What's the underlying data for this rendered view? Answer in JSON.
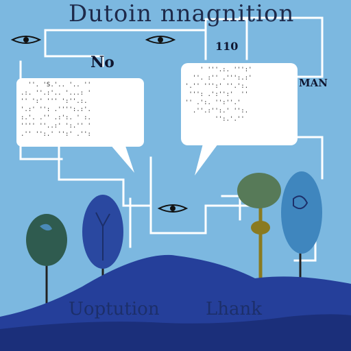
{
  "title": "Dutoin nnagnition",
  "labels": {
    "top_small": "110",
    "left_small": "No",
    "right_small": "MAN"
  },
  "bubbles": {
    "left": {
      "lines": [
        "  ''. 'S.'.. '.. ''",
        ".:. ''.:'.. '...: '",
        "'' ':' ''' ':''.:.",
        "'.:' '': .'''':.:'.",
        ":.'. .'' .:':. ' :.",
        "'''' ''..:' ':.'' '",
        ".'' '':.' '':' .'':"
      ]
    },
    "right": {
      "lines": [
        "    ' '''.:. ''':'",
        "  ''. :'' .''':.:'",
        "'.'' ''':' ''.':.",
        " ''': .':'':'  ''",
        "'' .':. '':''.'",
        "  .''.:'':.' '':.",
        "        '':.'.''"
      ]
    }
  },
  "captions": {
    "left": "Uoptution",
    "right": "Lhank"
  },
  "colors": {
    "sky": "#7cb8e0",
    "hill": "#253f9a",
    "hill_dark": "#1b2f7a",
    "tree_green": "#2f5b4f",
    "tree_navy": "#2a48a0",
    "tree_olive": "#577a58",
    "tree_blue": "#3f86be",
    "lines": "#ffffff"
  }
}
